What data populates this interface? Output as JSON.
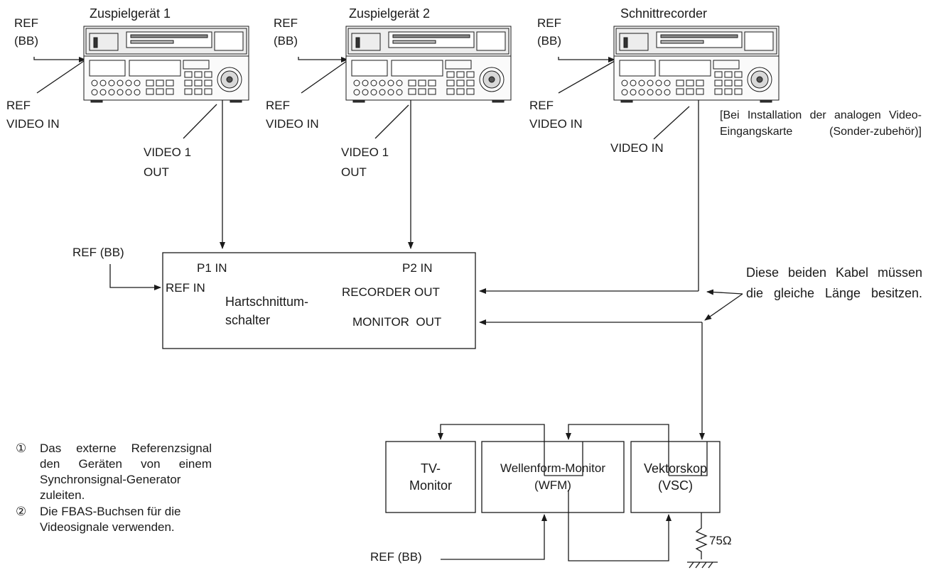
{
  "devices": {
    "player1": {
      "title": "Zuspielgerät 1",
      "ref_bb": "REF\n(BB)",
      "ref_video_in": "REF\nVIDEO IN",
      "video_out": "VIDEO 1\nOUT"
    },
    "player2": {
      "title": "Zuspielgerät 2",
      "ref_bb": "REF\n(BB)",
      "ref_video_in": "REF\nVIDEO IN",
      "video_out": "VIDEO 1\nOUT"
    },
    "recorder": {
      "title": "Schnittrecorder",
      "ref_bb": "REF\n(BB)",
      "ref_video_in": "REF\nVIDEO IN",
      "video_in": "VIDEO IN",
      "option_note": "[Bei Installation der analogen Video-Eingangskarte (Sonder-zubehör)]"
    }
  },
  "switcher": {
    "name": "Hartschnittum-\nschalter",
    "ref_bb": "REF (BB)",
    "p1_in": "P1 IN",
    "p2_in": "P2 IN",
    "ref_in": "REF IN",
    "recorder_out": "RECORDER OUT",
    "monitor_out": "MONITOR  OUT"
  },
  "cable_note": "Diese beiden Kabel müssen die gleiche Länge besitzen.",
  "monitors": {
    "tv": "TV-\nMonitor",
    "wfm": "Wellenform-Monitor\n(WFM)",
    "vsc": "Vektorskop\n(VSC)",
    "ref_bb": "REF (BB)",
    "termination": "75Ω"
  },
  "notes": [
    {
      "num": "①",
      "text": "Das externe Referenzsignal den Geräten von einem Synchronsignal-Generator zuleiten."
    },
    {
      "num": "②",
      "text": "Die FBAS-Buchsen für die Videosignale verwenden."
    }
  ]
}
